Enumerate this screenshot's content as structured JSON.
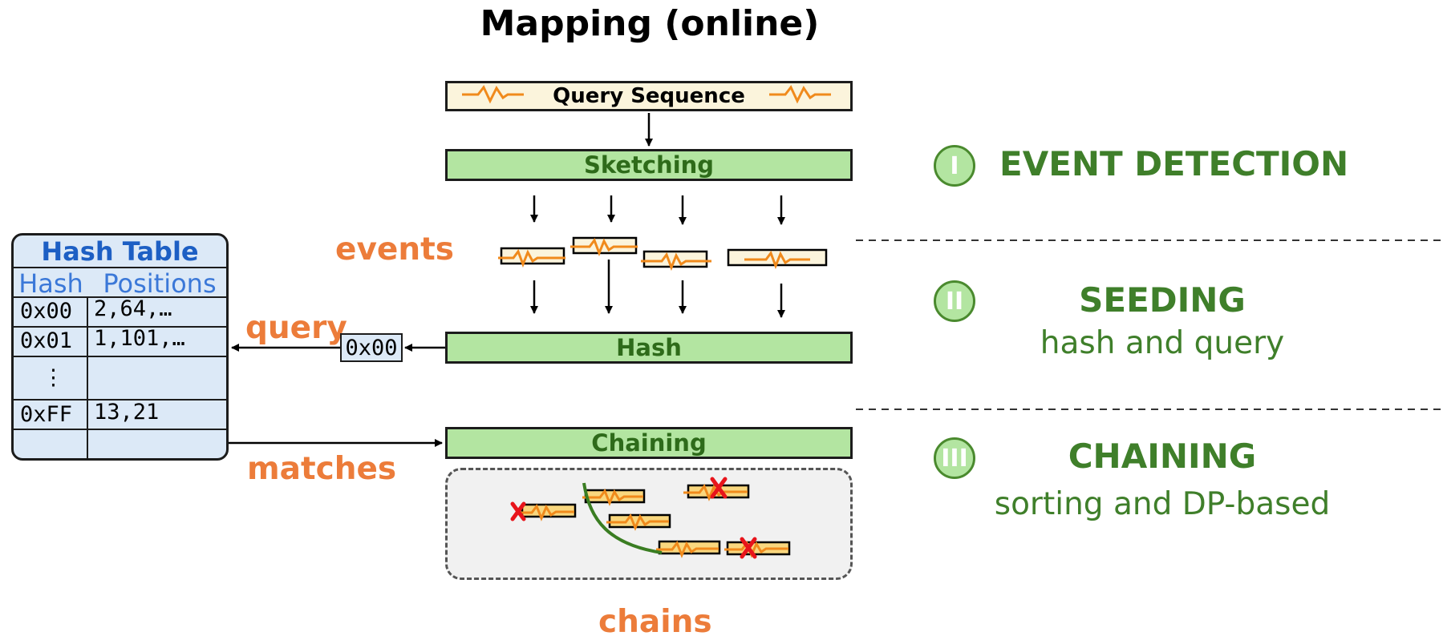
{
  "title": "Mapping (online)",
  "query_sequence_label": "Query Sequence",
  "sketching_label": "Sketching",
  "hash_label": "Hash",
  "chaining_label": "Chaining",
  "events_label": "events",
  "query_label": "query",
  "matches_label": "matches",
  "chains_label": "chains",
  "query_hash_value": "0x00",
  "hash_table": {
    "title": "Hash Table",
    "col_hash": "Hash",
    "col_positions": "Positions",
    "rows": [
      {
        "hash": "0x00",
        "positions": "2,64,…"
      },
      {
        "hash": "0x01",
        "positions": "1,101,…"
      },
      {
        "hash": "⋮",
        "positions": ""
      },
      {
        "hash": "0xFF",
        "positions": "13,21"
      },
      {
        "hash": "",
        "positions": ""
      }
    ]
  },
  "stages": [
    {
      "numeral": "I",
      "title": "EVENT DETECTION",
      "subtitle": ""
    },
    {
      "numeral": "II",
      "title": "SEEDING",
      "subtitle": "hash and query"
    },
    {
      "numeral": "III",
      "title": "CHAINING",
      "subtitle": "sorting and DP-based"
    }
  ],
  "colors": {
    "green_fill": "#b3e5a1",
    "green_text": "#3f7f2a",
    "orange": "#ec7c3a",
    "signal_orange": "#f08a1c",
    "hash_blue": "#1d5fc4",
    "table_fill": "#dce9f7",
    "reject_red": "#e8141b"
  }
}
